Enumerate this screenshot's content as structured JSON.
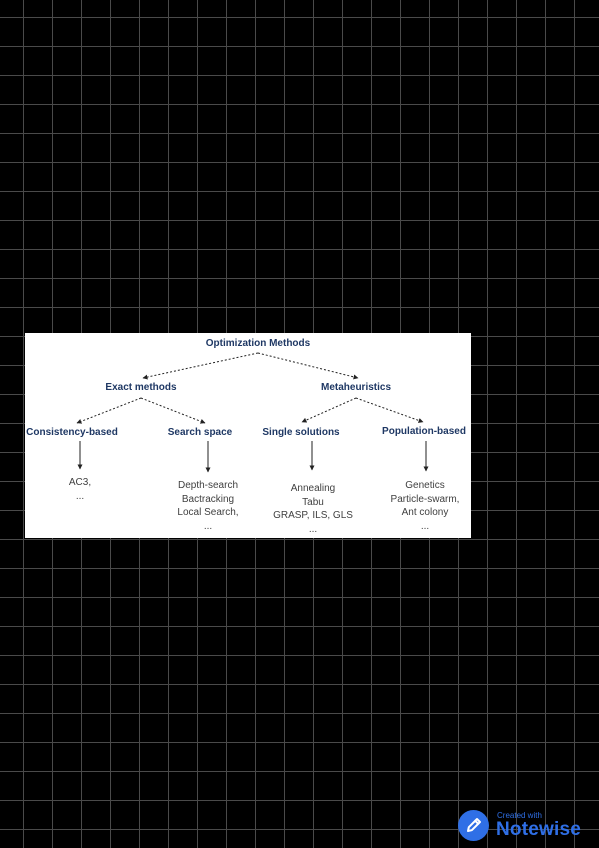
{
  "diagram": {
    "root": "Optimization Methods",
    "level1": {
      "exact": "Exact methods",
      "meta": "Metaheuristics"
    },
    "level2": {
      "consistency": "Consistency-based",
      "search_space": "Search space",
      "single": "Single solutions",
      "population": "Population-based"
    },
    "leaves": {
      "consistency": [
        "AC3,",
        "..."
      ],
      "search_space": [
        "Depth-search",
        "Bactracking",
        "Local Search,",
        "..."
      ],
      "single": [
        "Annealing",
        "Tabu",
        "GRASP, ILS, GLS",
        "..."
      ],
      "population": [
        "Genetics",
        "Particle-swarm,",
        "Ant colony",
        "..."
      ]
    }
  },
  "badge": {
    "small_text": "Created with",
    "brand": "Notewise",
    "icon": "pencil-icon",
    "color": "#2f6fe6"
  }
}
